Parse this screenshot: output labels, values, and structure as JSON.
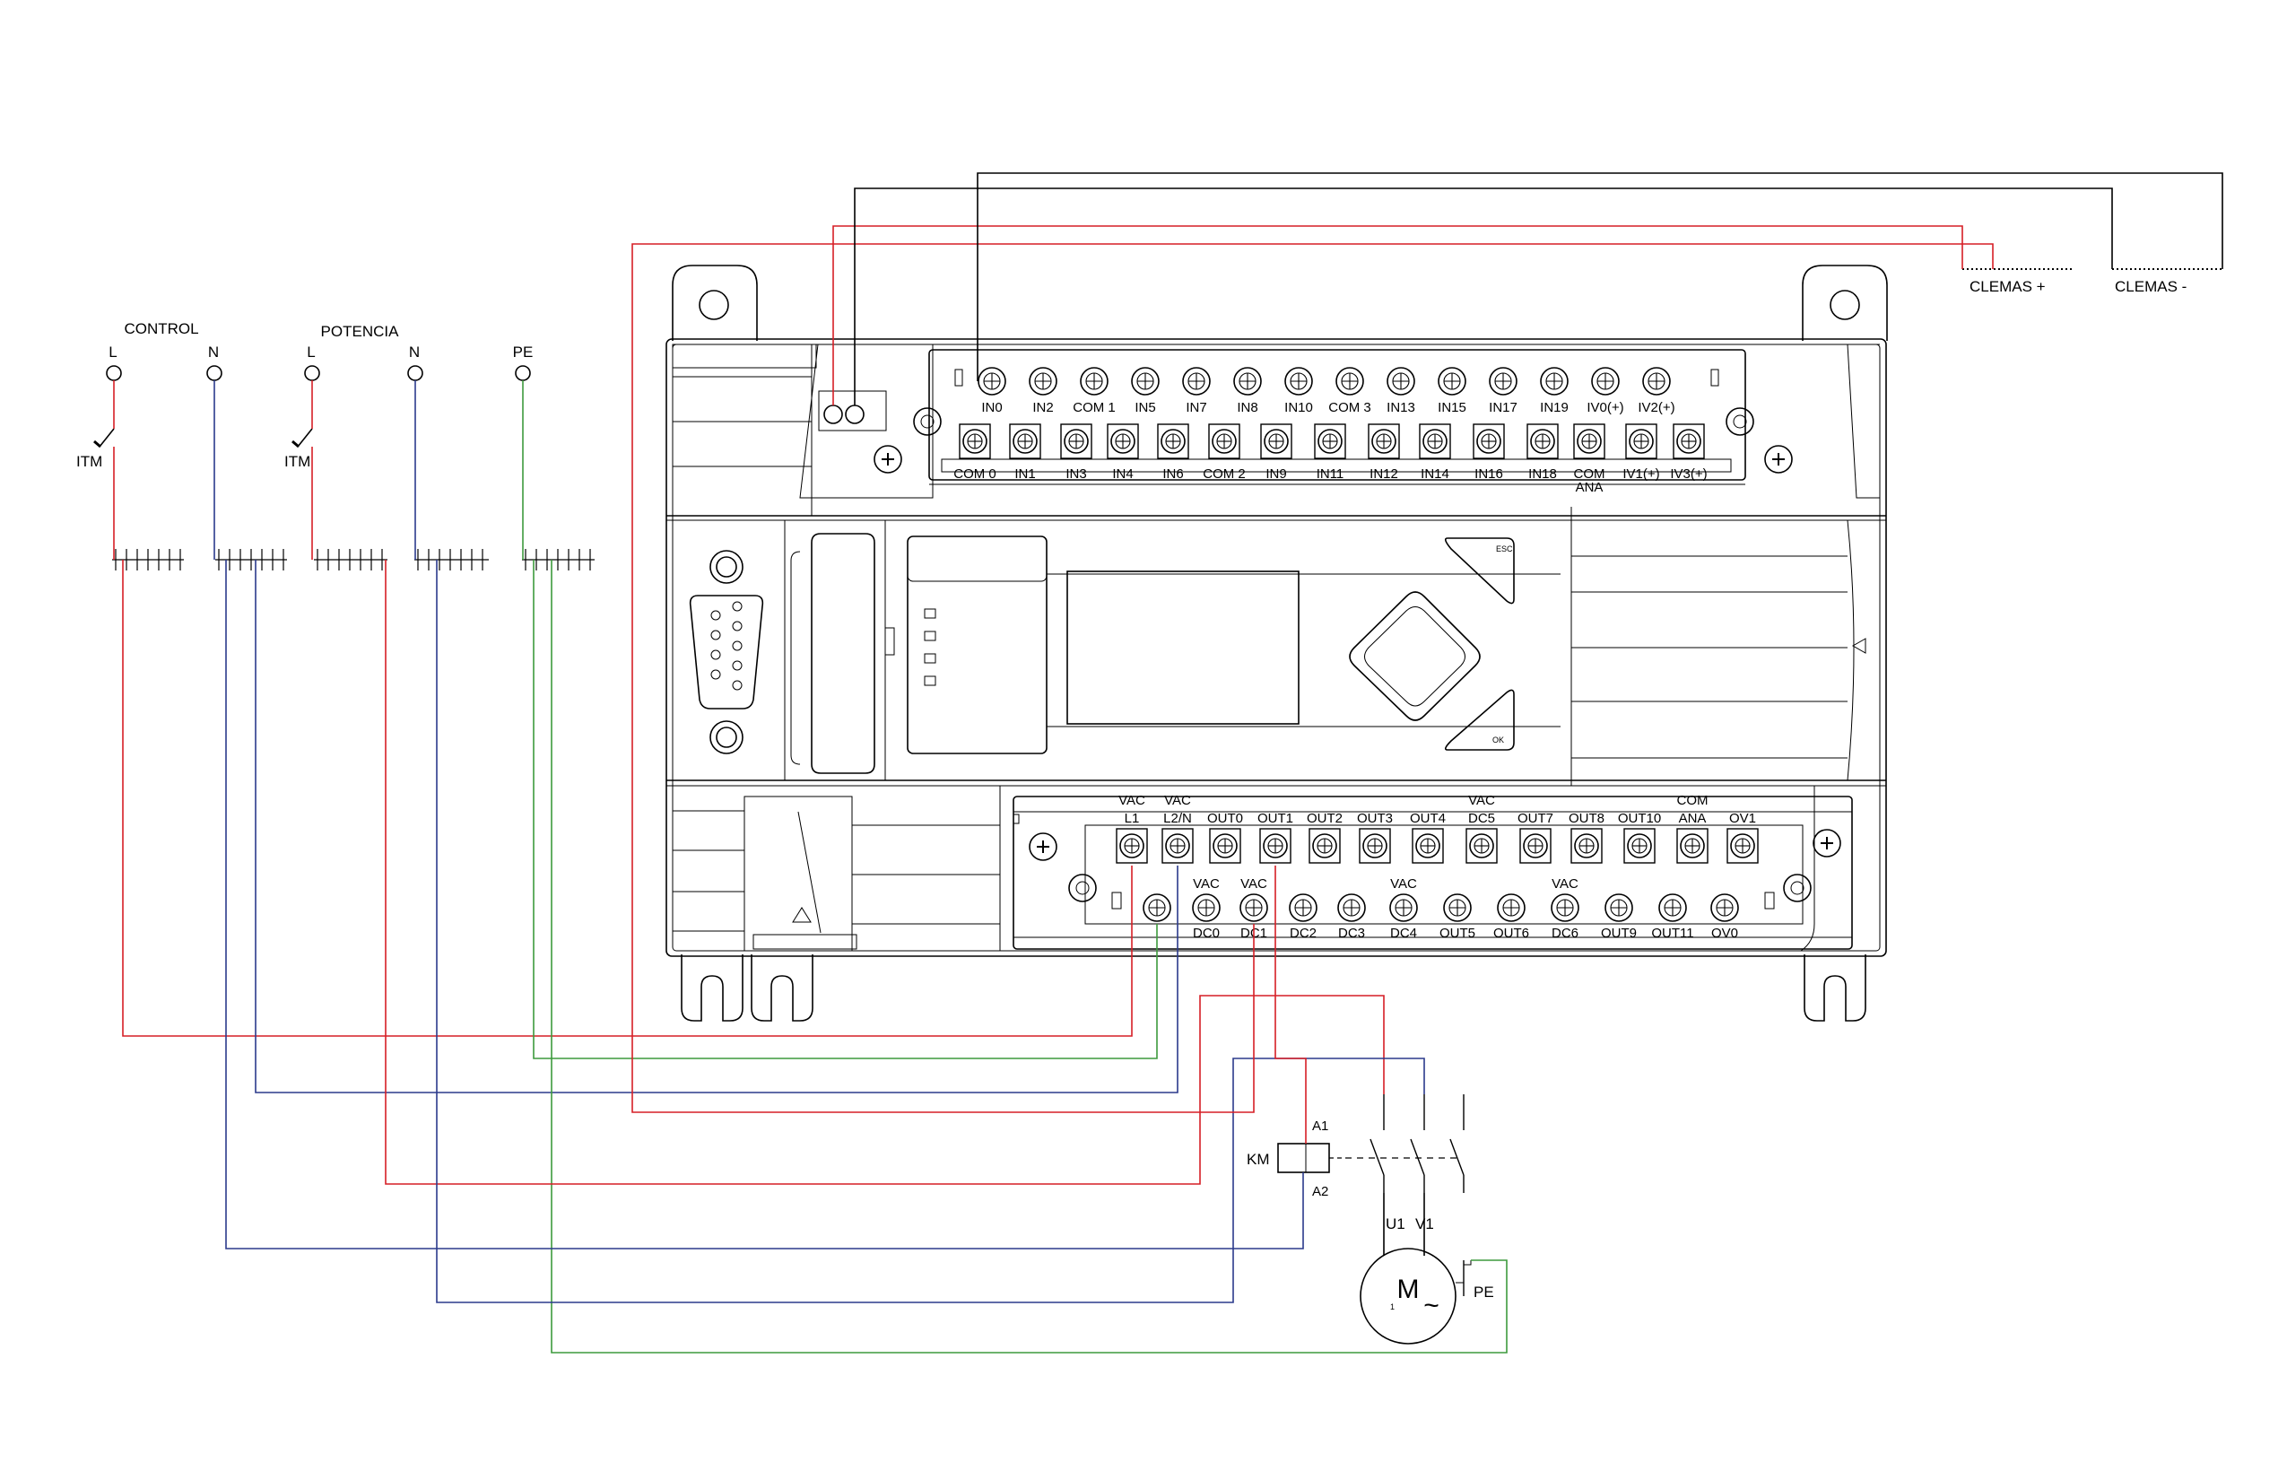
{
  "colors": {
    "wire_red": "#d61f26",
    "wire_blue": "#2b3a8c",
    "wire_green": "#3d9a3d",
    "wire_black": "#000000"
  },
  "supply": {
    "control_label": "CONTROL",
    "potencia_label": "POTENCIA",
    "terminals": [
      "L",
      "N",
      "L",
      "N",
      "PE"
    ],
    "breaker_labels": [
      "ITM",
      "ITM"
    ]
  },
  "clemas": {
    "plus_label": "CLEMAS +",
    "minus_label": "CLEMAS -"
  },
  "plc": {
    "top_upper_terminals": [
      "IN0",
      "IN2",
      "COM 1",
      "IN5",
      "IN7",
      "IN8",
      "IN10",
      "COM 3",
      "IN13",
      "IN15",
      "IN17",
      "IN19",
      "IV0(+)",
      "IV2(+)"
    ],
    "top_lower_terminals": [
      "COM 0",
      "IN1",
      "IN3",
      "IN4",
      "IN6",
      "COM 2",
      "IN9",
      "IN11",
      "IN12",
      "IN14",
      "IN16",
      "IN18",
      "COM",
      "IV1(+)",
      "IV3(+)"
    ],
    "ana_label": "ANA",
    "bottom_upper_top": [
      "VAC",
      "VAC",
      "",
      "",
      "",
      "",
      "",
      "VAC",
      "",
      "",
      "",
      "COM",
      ""
    ],
    "bottom_upper_terminals": [
      "L1",
      "L2/N",
      "OUT0",
      "OUT1",
      "OUT2",
      "OUT3",
      "OUT4",
      "DC5",
      "OUT7",
      "OUT8",
      "OUT10",
      "ANA",
      "OV1"
    ],
    "bottom_lower_top": [
      "VAC",
      "VAC",
      "",
      "",
      "VAC",
      "",
      "",
      "VAC",
      "",
      "",
      ""
    ],
    "bottom_lower_terminals": [
      "DC0",
      "DC1",
      "DC2",
      "DC3",
      "DC4",
      "OUT5",
      "OUT6",
      "DC6",
      "OUT9",
      "OUT11",
      "OV0"
    ],
    "esc_label": "ESC",
    "ok_label": "OK"
  },
  "contactor": {
    "label": "KM",
    "a1": "A1",
    "a2": "A2"
  },
  "motor": {
    "label": "M",
    "phase_count": "1",
    "tilde": "~",
    "u1": "U1",
    "v1": "V1",
    "pe": "PE"
  }
}
